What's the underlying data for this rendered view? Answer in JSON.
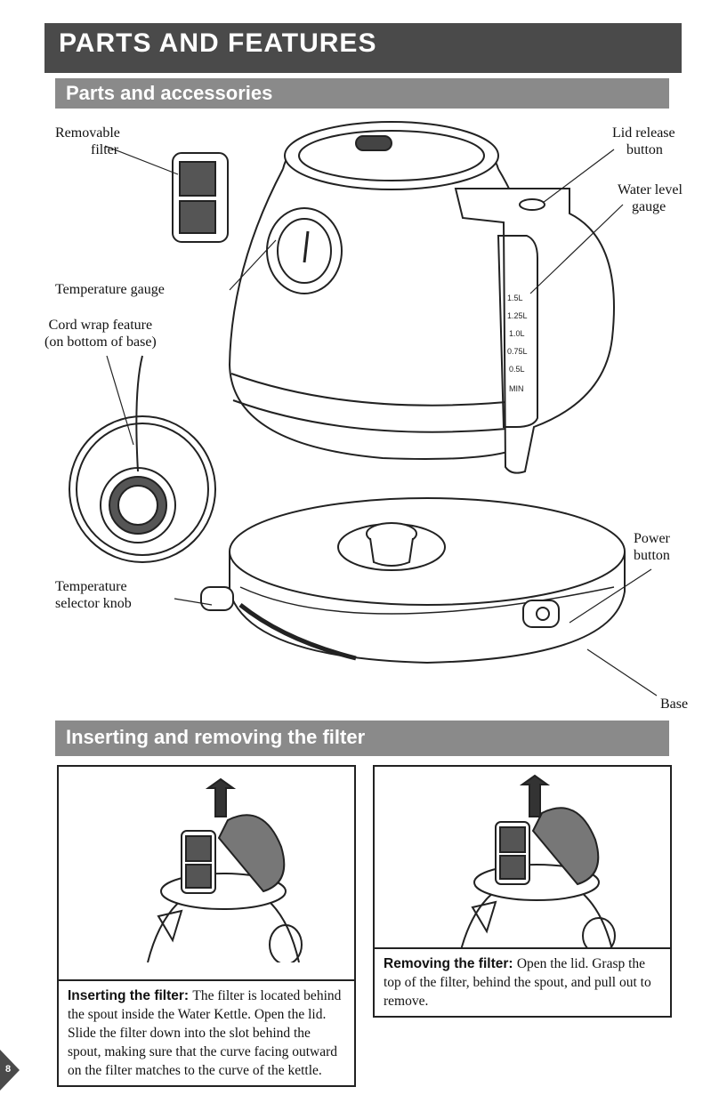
{
  "header": {
    "title": "PARTS AND FEATURES"
  },
  "sections": {
    "parts": "Parts and accessories",
    "filter": "Inserting and removing the filter"
  },
  "labels": {
    "removable_filter": [
      "Removable",
      "filter"
    ],
    "temperature_gauge": "Temperature gauge",
    "cord_wrap": [
      "Cord wrap feature",
      "(on bottom of base)"
    ],
    "temperature_selector": [
      "Temperature",
      "selector knob"
    ],
    "lid_release": [
      "Lid release",
      "button"
    ],
    "water_level": [
      "Water level",
      "gauge"
    ],
    "power_button": [
      "Power",
      "button"
    ],
    "base": "Base"
  },
  "gauge_marks": [
    "1.5L",
    "1.25L",
    "1.0L",
    "0.75L",
    "0.5L",
    "MIN"
  ],
  "instructions": {
    "inserting": {
      "heading": "Inserting the filter:",
      "body": "The filter is located behind the spout inside the Water Kettle. Open the lid. Slide the filter down into the slot behind the spout, making sure that the curve facing outward on the filter matches to the curve of the kettle."
    },
    "removing": {
      "heading": "Removing the filter:",
      "body": "Open the lid. Grasp the top of the filter, behind the spout, and pull out to remove."
    }
  },
  "page_number": "8",
  "colors": {
    "title_bar": "#4a4a4a",
    "section_bar": "#8a8a8a",
    "line": "#222222"
  }
}
